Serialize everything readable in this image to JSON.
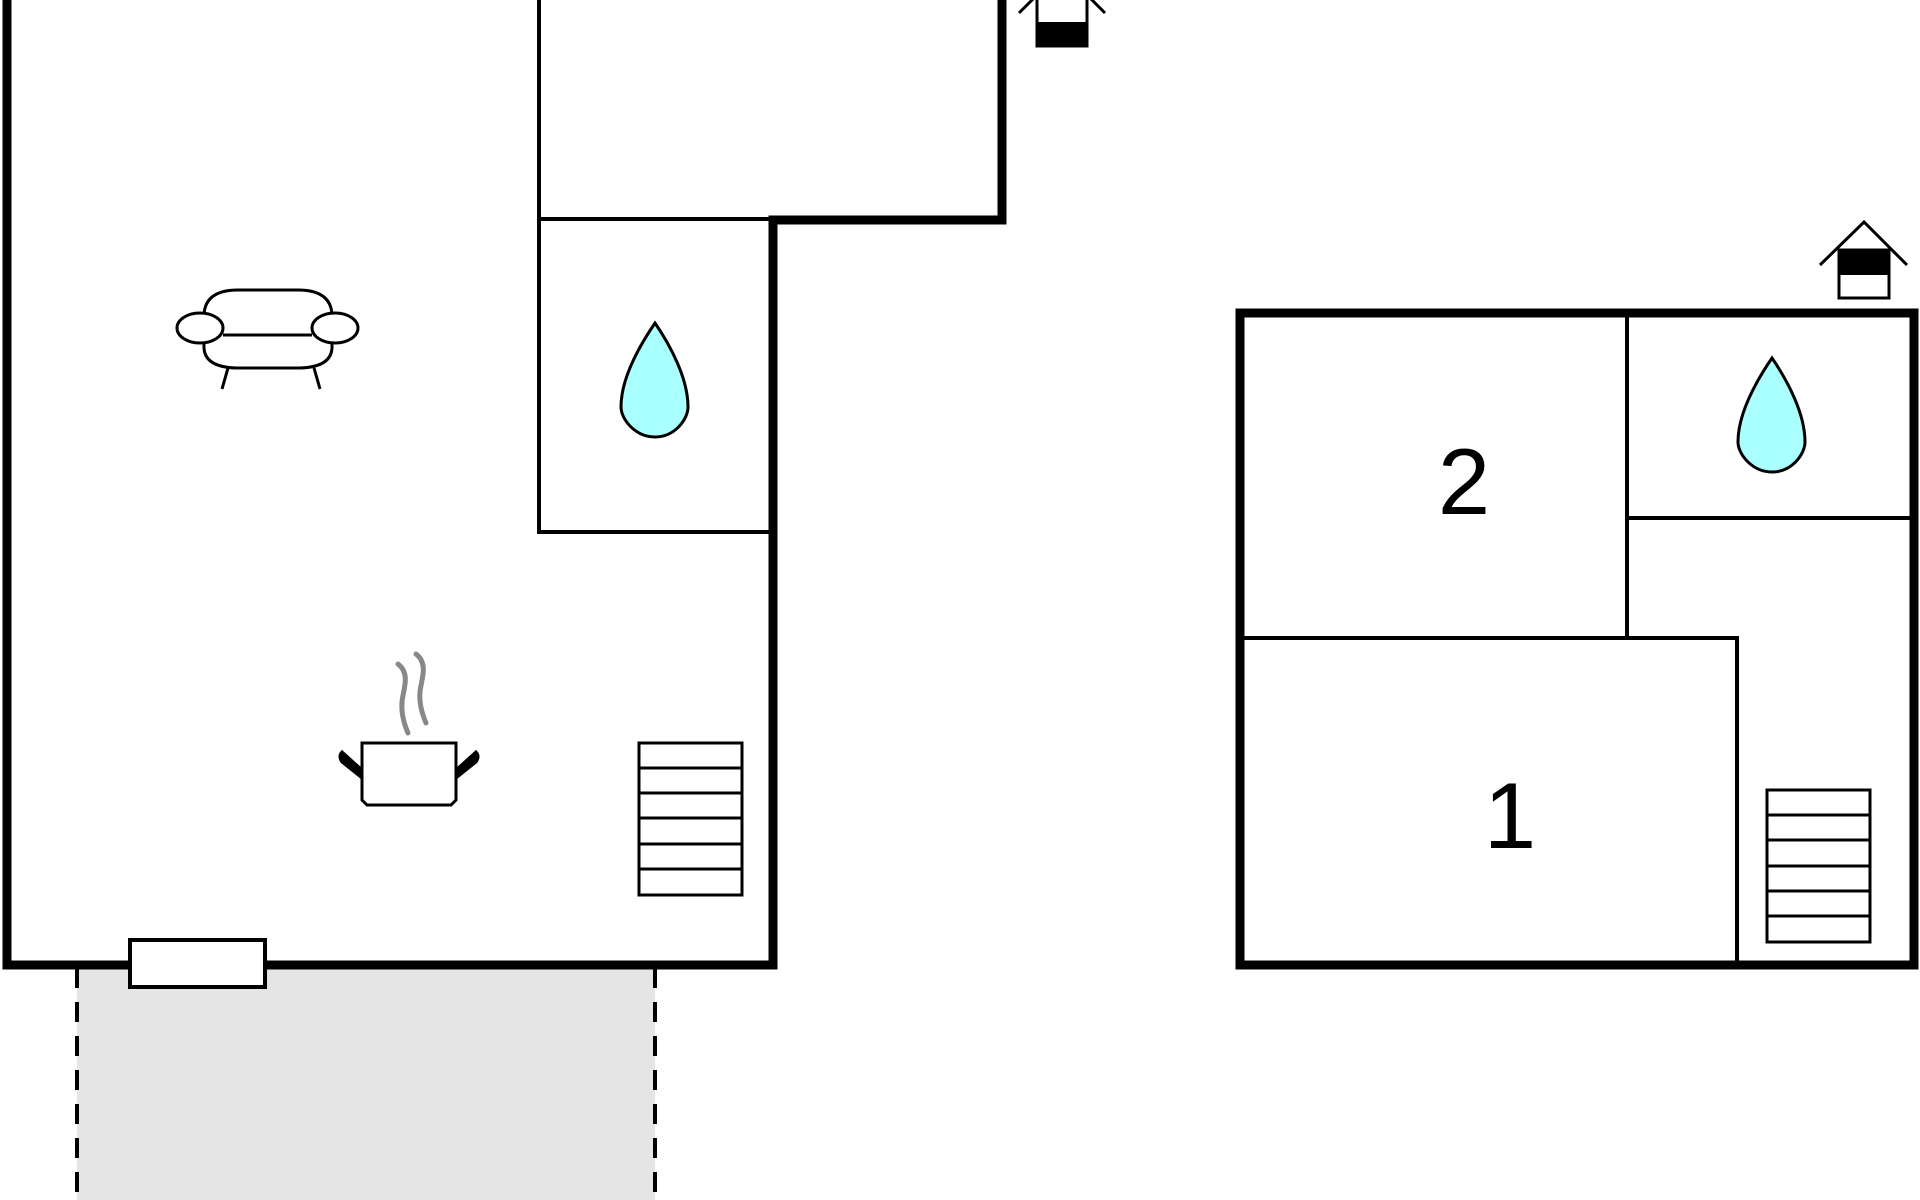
{
  "floors": [
    {
      "name": "",
      "rooms": [
        {
          "type": "living room",
          "icon": "sofa-icon"
        },
        {
          "type": "kitchen",
          "icon": "cooking-pot-icon"
        },
        {
          "type": "bathroom",
          "icon": "water-drop-icon"
        },
        {
          "type": "stairs",
          "icon": "stairs-icon"
        },
        {
          "type": "entrance",
          "icon": "entrance-house-icon"
        },
        {
          "type": "terrace",
          "icon": null
        }
      ]
    },
    {
      "name": "",
      "rooms": [
        {
          "type": "bedroom",
          "label": "1"
        },
        {
          "type": "bedroom",
          "label": "2"
        },
        {
          "type": "bathroom",
          "icon": "water-drop-icon"
        },
        {
          "type": "stairs",
          "icon": "stairs-icon"
        },
        {
          "type": "entrance",
          "icon": "entrance-house-icon"
        }
      ]
    }
  ],
  "room_labels": {
    "bedroom_1": "1",
    "bedroom_2": "2"
  },
  "colors": {
    "wall": "#000000",
    "water_drop": "#aaffff",
    "terrace": "#e5e5e5",
    "steam": "#888888"
  }
}
